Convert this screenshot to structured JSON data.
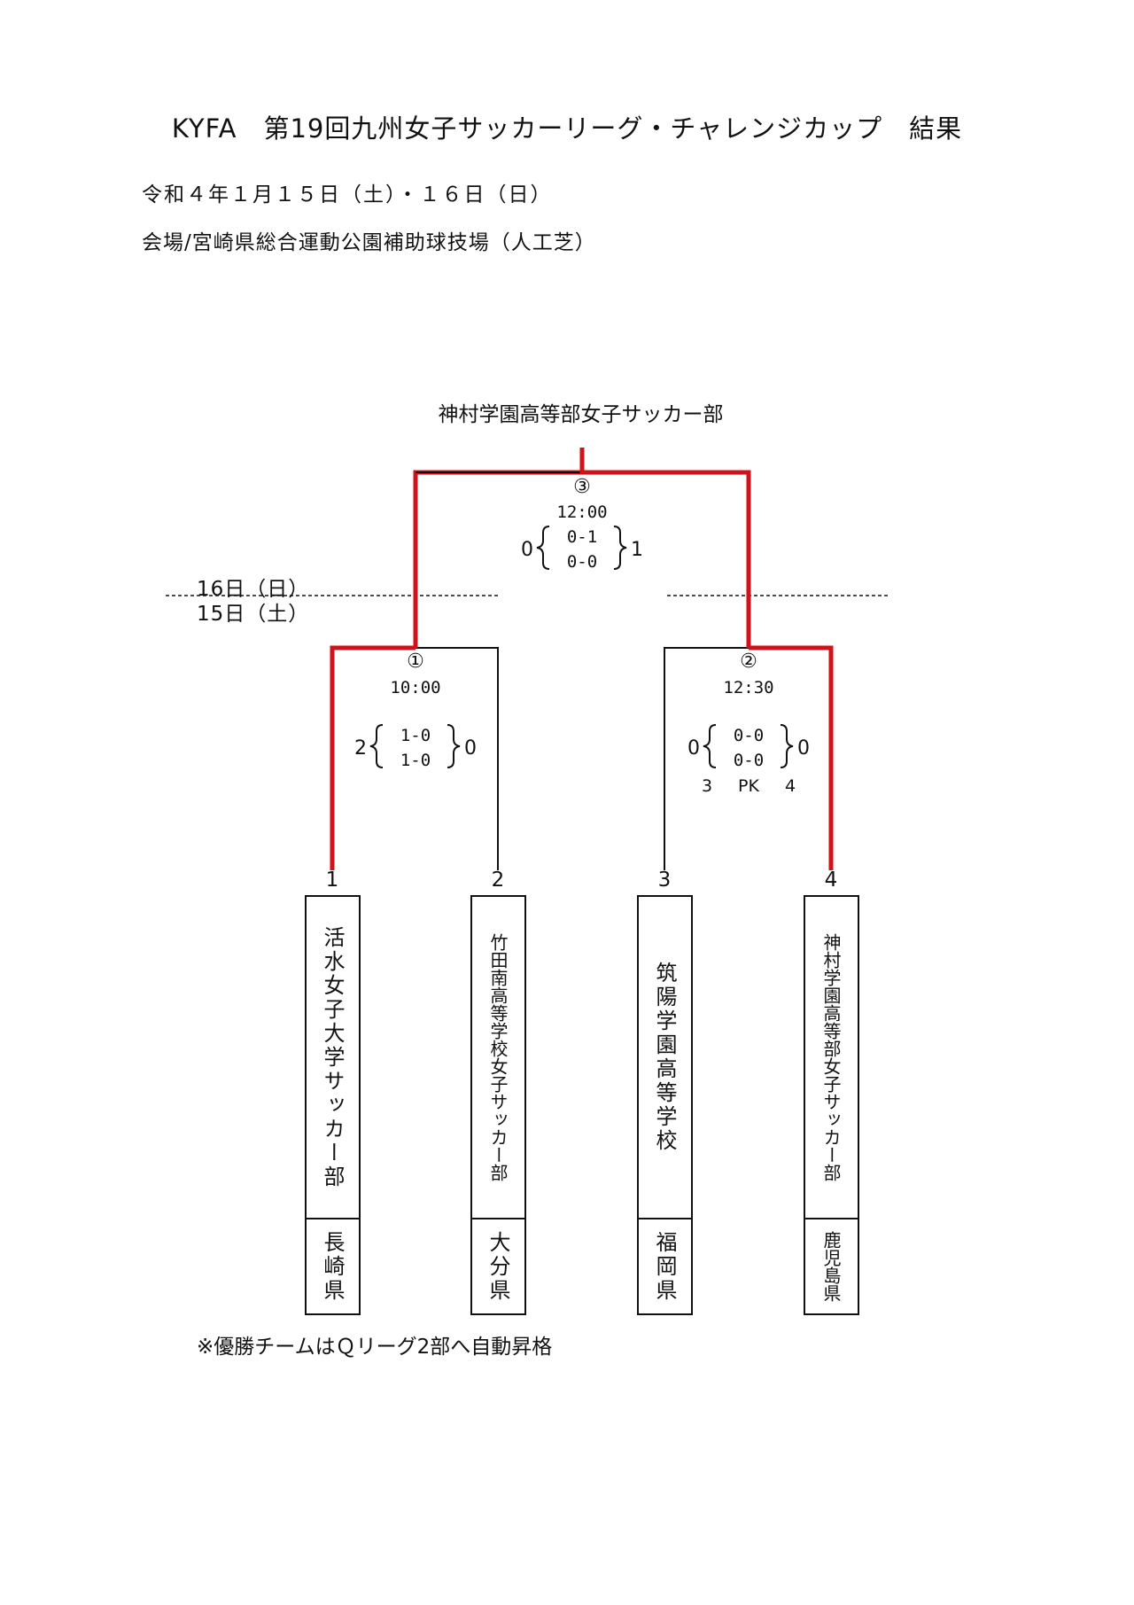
{
  "header": {
    "title": "KYFA　第19回九州女子サッカーリーグ・チャレンジカップ　結果",
    "date": "令和４年１月１５日（土）・１６日（日）",
    "venue": "会場/宮崎県総合運動公園補助球技場（人工芝）"
  },
  "champion": "神村学園高等部女子サッカー部",
  "day_labels": {
    "day2": "16日（日）",
    "day1": "15日（土）"
  },
  "teams": [
    {
      "seed": "1",
      "name": "活水女子大学サッカー部",
      "prefecture": "長崎県"
    },
    {
      "seed": "2",
      "name": "竹田南高等学校女子サッカー部",
      "prefecture": "大分県"
    },
    {
      "seed": "3",
      "name": "筑陽学園高等学校",
      "prefecture": "福岡県"
    },
    {
      "seed": "4",
      "name": "神村学園高等部女子サッカー部",
      "prefecture": "鹿児島県"
    }
  ],
  "matches": [
    {
      "no": "①",
      "time": "10:00",
      "left_total": "2",
      "right_total": "0",
      "half1": "1-0",
      "half2": "1-0",
      "pk": null
    },
    {
      "no": "②",
      "time": "12:30",
      "left_total": "0",
      "right_total": "0",
      "half1": "0-0",
      "half2": "0-0",
      "pk": {
        "left": "3",
        "label": "PK",
        "right": "4"
      }
    },
    {
      "no": "③",
      "time": "12:00",
      "left_total": "0",
      "right_total": "1",
      "half1": "0-1",
      "half2": "0-0",
      "pk": null
    }
  ],
  "footnote": "※優勝チームはＱリーグ2部へ自動昇格",
  "colors": {
    "winner_line": "#d0121b",
    "line": "#111111"
  }
}
